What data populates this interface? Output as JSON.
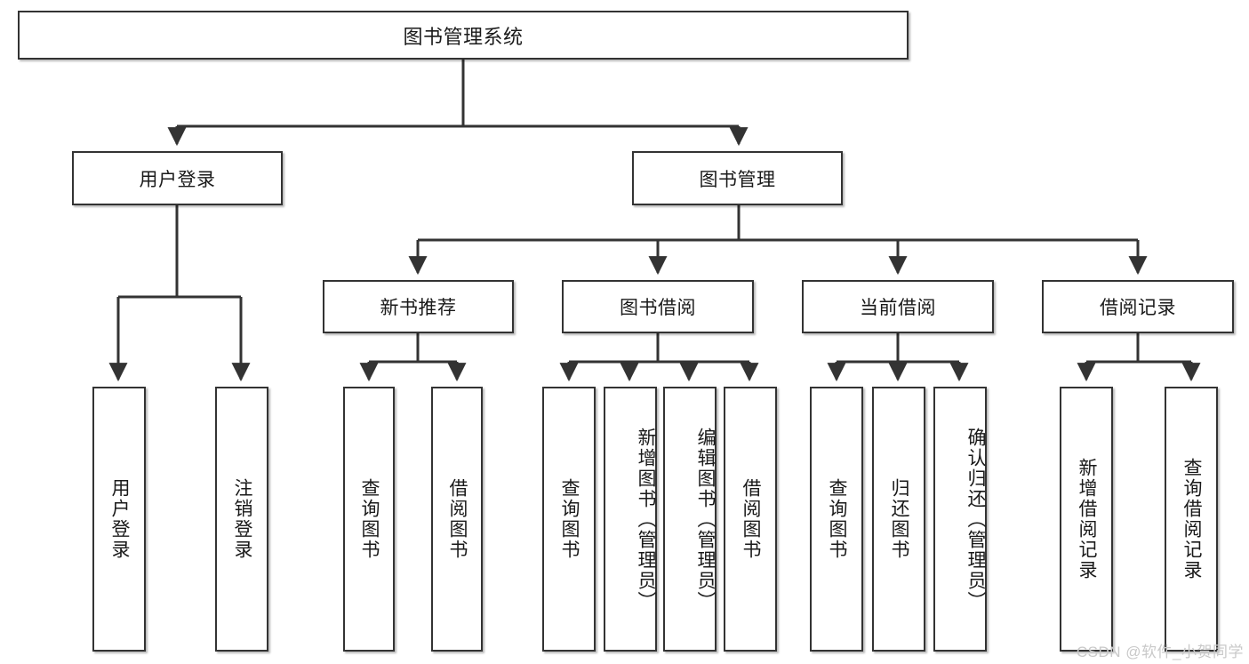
{
  "diagram": {
    "title": "图书管理系统",
    "type": "tree",
    "orientation": "top-down",
    "colors": {
      "box_border": "#333333",
      "box_fill": "#ffffff",
      "connector": "#333333",
      "text": "#1a1a1a",
      "watermark": "#c9c9c9",
      "background": "#ffffff"
    },
    "watermark": "CSDN @软件_小贺同学"
  },
  "nodes": {
    "root": {
      "label": "图书管理系统",
      "level": 1,
      "orientation": "horizontal"
    },
    "login": {
      "label": "用户登录",
      "level": 2,
      "orientation": "horizontal"
    },
    "book_manage": {
      "label": "图书管理",
      "level": 2,
      "orientation": "horizontal"
    },
    "new_book": {
      "label": "新书推荐",
      "level": 3,
      "orientation": "horizontal"
    },
    "book_borrow": {
      "label": "图书借阅",
      "level": 3,
      "orientation": "horizontal"
    },
    "current_borrow": {
      "label": "当前借阅",
      "level": 3,
      "orientation": "horizontal"
    },
    "borrow_record": {
      "label": "借阅记录",
      "level": 3,
      "orientation": "horizontal"
    },
    "leaf_user_login": {
      "label": "用户登录",
      "level": 4,
      "orientation": "vertical"
    },
    "leaf_logout": {
      "label": "注销登录",
      "level": 4,
      "orientation": "vertical"
    },
    "leaf_query_book_1": {
      "label": "查询图书",
      "level": 4,
      "orientation": "vertical"
    },
    "leaf_borrow_book_1": {
      "label": "借阅图书",
      "level": 4,
      "orientation": "vertical"
    },
    "leaf_query_book_2": {
      "label": "查询图书",
      "level": 4,
      "orientation": "vertical"
    },
    "leaf_add_book": {
      "label": "新增图书（管理员）",
      "level": 4,
      "orientation": "vertical"
    },
    "leaf_edit_book": {
      "label": "编辑图书（管理员）",
      "level": 4,
      "orientation": "vertical"
    },
    "leaf_borrow_book_2": {
      "label": "借阅图书",
      "level": 4,
      "orientation": "vertical"
    },
    "leaf_query_book_3": {
      "label": "查询图书",
      "level": 4,
      "orientation": "vertical"
    },
    "leaf_return_book": {
      "label": "归还图书",
      "level": 4,
      "orientation": "vertical"
    },
    "leaf_confirm_return": {
      "label": "确认归还（管理员）",
      "level": 4,
      "orientation": "vertical"
    },
    "leaf_add_record": {
      "label": "新增借阅记录",
      "level": 4,
      "orientation": "vertical"
    },
    "leaf_query_record": {
      "label": "查询借阅记录",
      "level": 4,
      "orientation": "vertical"
    }
  },
  "edges": [
    {
      "from": "root",
      "to": "login"
    },
    {
      "from": "root",
      "to": "book_manage"
    },
    {
      "from": "login",
      "to": "leaf_user_login"
    },
    {
      "from": "login",
      "to": "leaf_logout"
    },
    {
      "from": "book_manage",
      "to": "new_book"
    },
    {
      "from": "book_manage",
      "to": "book_borrow"
    },
    {
      "from": "book_manage",
      "to": "current_borrow"
    },
    {
      "from": "book_manage",
      "to": "borrow_record"
    },
    {
      "from": "new_book",
      "to": "leaf_query_book_1"
    },
    {
      "from": "new_book",
      "to": "leaf_borrow_book_1"
    },
    {
      "from": "book_borrow",
      "to": "leaf_query_book_2"
    },
    {
      "from": "book_borrow",
      "to": "leaf_add_book"
    },
    {
      "from": "book_borrow",
      "to": "leaf_edit_book"
    },
    {
      "from": "book_borrow",
      "to": "leaf_borrow_book_2"
    },
    {
      "from": "current_borrow",
      "to": "leaf_query_book_3"
    },
    {
      "from": "current_borrow",
      "to": "leaf_return_book"
    },
    {
      "from": "current_borrow",
      "to": "leaf_confirm_return"
    },
    {
      "from": "borrow_record",
      "to": "leaf_add_record"
    },
    {
      "from": "borrow_record",
      "to": "leaf_query_record"
    }
  ]
}
